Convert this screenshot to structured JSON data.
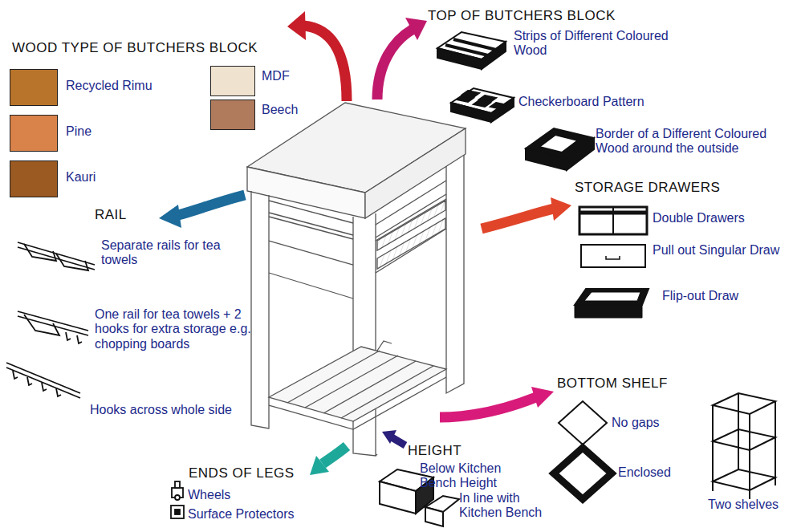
{
  "diagram": {
    "labels": [
      "WOOD TYPE OF BUTCHERS BLOCK",
      "TOP OF BUTCHERS BLOCK",
      "Strips of Different Coloured Wood",
      "Checkerboard Pattern",
      "Border of a Different Coloured Wood around the outside",
      "STORAGE DRAWERS",
      "Double Drawers",
      "Pull out Singular Draw",
      "Flip-out Draw",
      "RAIL",
      "Separate rails for tea towels",
      "One rail for tea towels + 2 hooks for extra storage e.g. chopping boards",
      "Hooks across whole side",
      "BOTTOM SHELF",
      "No gaps",
      "Enclosed",
      "Two shelves",
      "HEIGHT",
      "Below Kitchen Bench Height",
      "In line with Kitchen Bench",
      "ENDS OF LEGS",
      "Wheels",
      "Surface Protectors"
    ],
    "legend": [
      {
        "text": "Recycled Rimu",
        "color": "#b8742a"
      },
      {
        "text": "Pine",
        "color": "#d9824a"
      },
      {
        "text": "Kauri",
        "color": "#9a5a22"
      },
      {
        "text": "MDF",
        "color": "#efe2cf"
      },
      {
        "text": "Beech",
        "color": "#b07a5c"
      }
    ]
  }
}
